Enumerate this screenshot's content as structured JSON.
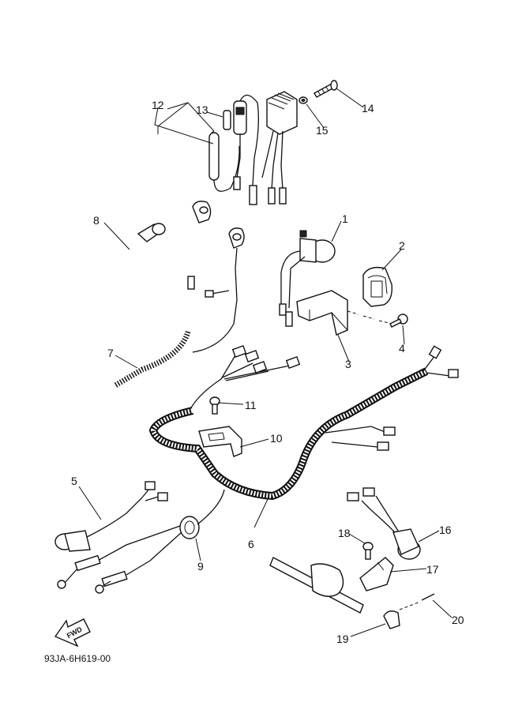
{
  "diagram_code": "93JA-6H619-00",
  "fwd_label": "FWD",
  "callouts": [
    "1",
    "2",
    "3",
    "4",
    "5",
    "6",
    "7",
    "8",
    "9",
    "10",
    "11",
    "12",
    "13",
    "14",
    "15",
    "16",
    "17",
    "18",
    "19",
    "20"
  ]
}
